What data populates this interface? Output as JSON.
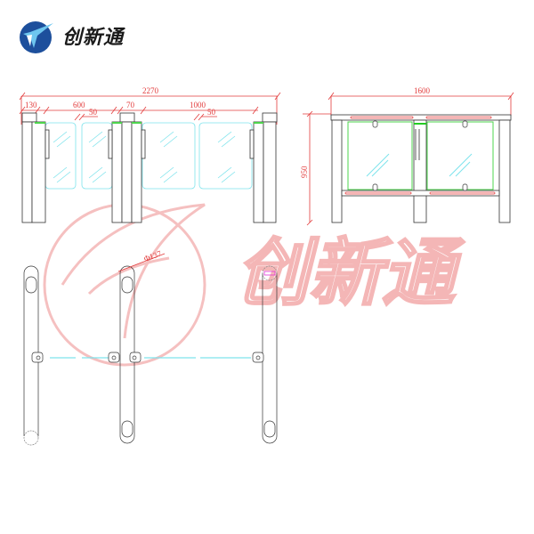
{
  "brand": {
    "name": "创新通",
    "logo_colors": {
      "circle": "#1d4f9c",
      "wing": "#6ec6ef",
      "dot": "#e52b2b"
    }
  },
  "watermark": {
    "text": "创新通",
    "color": "#f4b6b6"
  },
  "colors": {
    "outline": "#333333",
    "dimension": "#e23b3b",
    "glass": "#7de3ec",
    "glass_frame": "#4cd44c",
    "highlight": "#e034d8",
    "indicator": "#22cc22"
  },
  "front_view": {
    "dimensions": {
      "overall_width": "2270",
      "post_width": "130",
      "narrow_lane": "600",
      "gap_between_posts": "70",
      "wide_lane": "1000",
      "glass_gap_left": "50",
      "glass_gap_right": "50"
    }
  },
  "side_view": {
    "dimensions": {
      "width": "1600",
      "height": "950"
    }
  },
  "top_view": {
    "dimensions": {
      "post_diameter": "Φ137"
    }
  }
}
